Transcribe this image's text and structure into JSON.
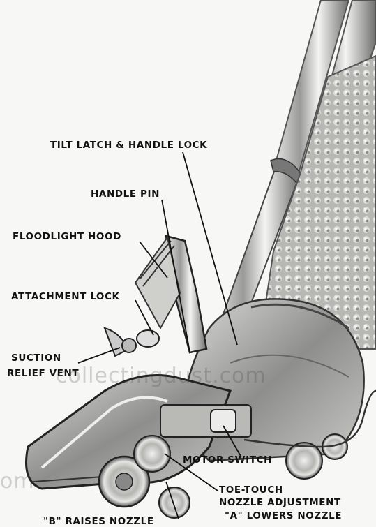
{
  "labels": {
    "tilt_latch": "TILT LATCH & HANDLE LOCK",
    "handle_pin": "HANDLE PIN",
    "floodlight_hood": "FLOODLIGHT HOOD",
    "attachment_lock": "ATTACHMENT LOCK",
    "suction_relief_1": "SUCTION",
    "suction_relief_2": "RELIEF VENT",
    "motor_switch": "MOTOR SWITCH",
    "toe_touch_1": "TOE-TOUCH",
    "toe_touch_2": "NOZZLE ADJUSTMENT",
    "a_lowers": "\"A\" LOWERS NOZZLE",
    "b_raises": "\"B\" RAISES NOZZLE"
  },
  "watermark": {
    "text": "collectingdust.com",
    "edge_fragment": "om"
  }
}
